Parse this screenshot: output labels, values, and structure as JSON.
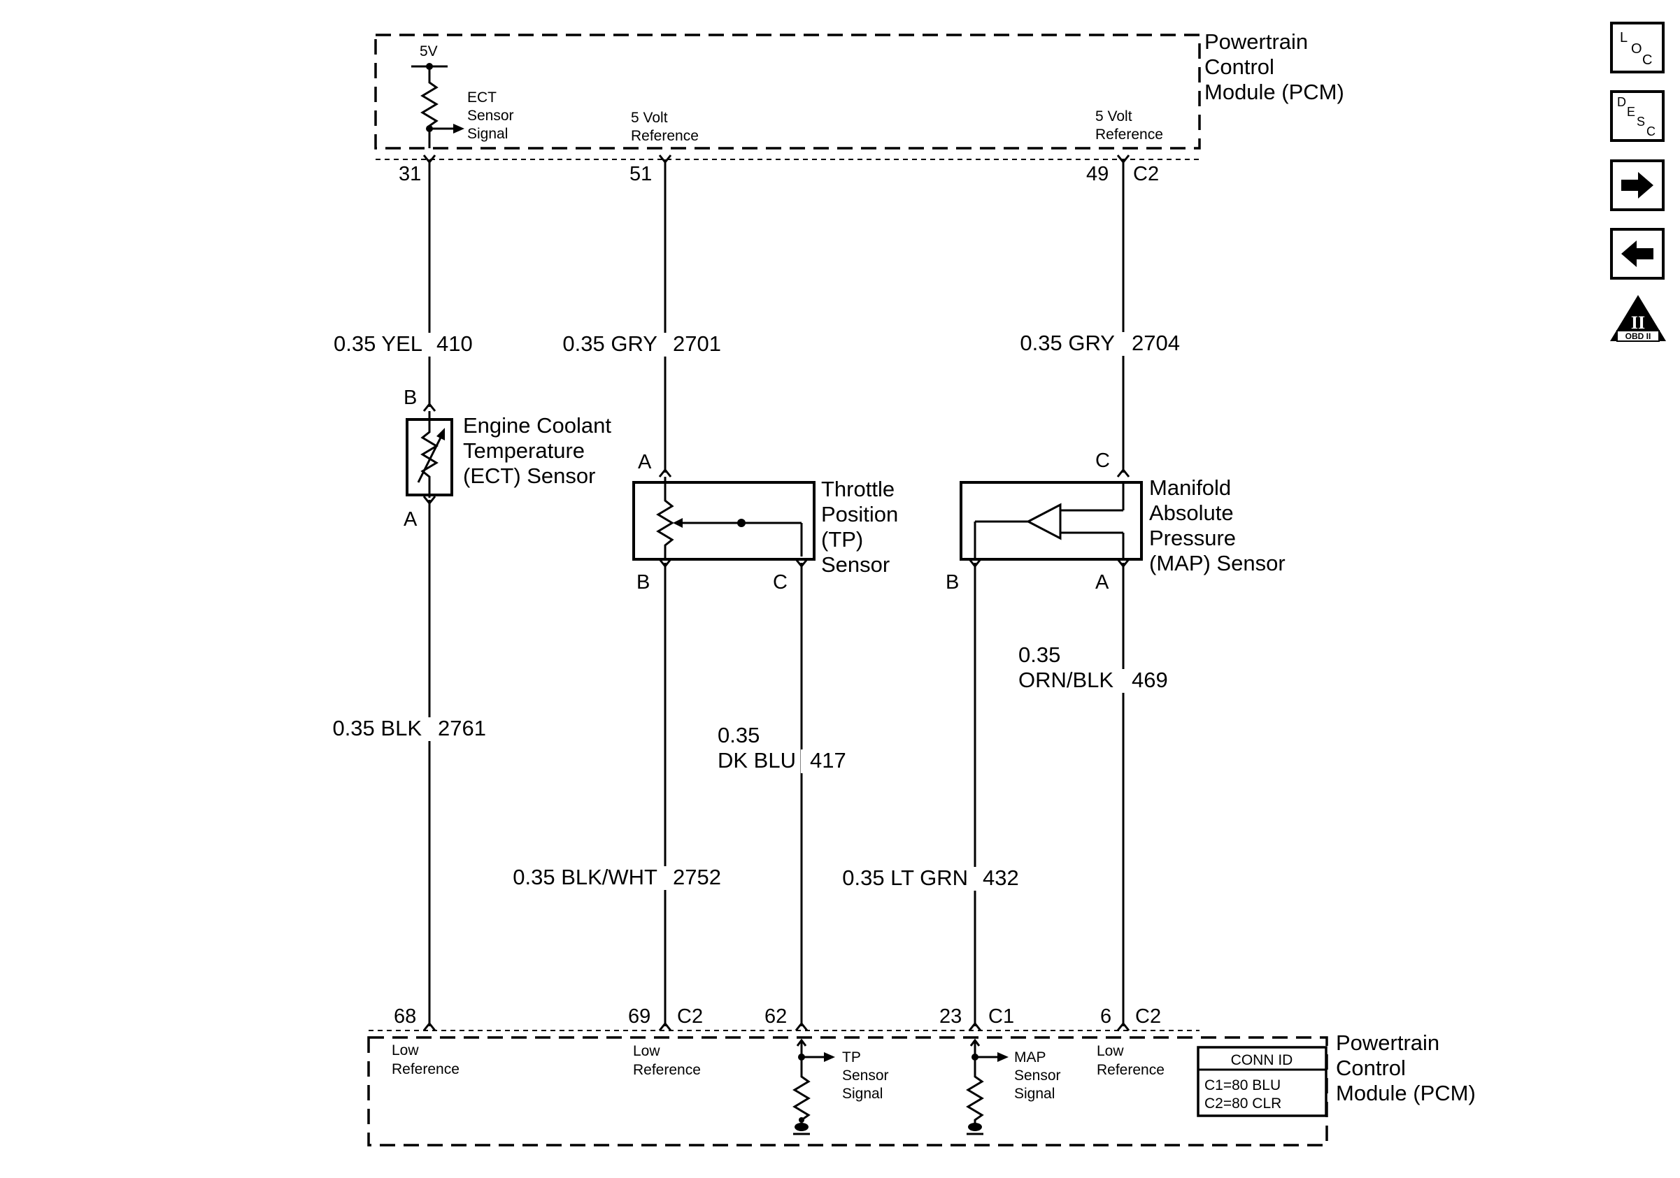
{
  "pcm_top": {
    "title": [
      "Powertrain",
      "Control",
      "Module (PCM)"
    ],
    "supply": "5V",
    "ect_signal": [
      "ECT",
      "Sensor",
      "Signal"
    ],
    "ref_tp": [
      "5 Volt",
      "Reference"
    ],
    "ref_map": [
      "5 Volt",
      "Reference"
    ],
    "pins": {
      "ect": "31",
      "tp": "51",
      "map": "49"
    },
    "connector": "C2"
  },
  "wires": {
    "ect_signal": {
      "gauge": "0.35 YEL",
      "circuit": "410"
    },
    "tp_ref": {
      "gauge": "0.35 GRY",
      "circuit": "2701"
    },
    "map_ref": {
      "gauge": "0.35 GRY",
      "circuit": "2704"
    },
    "ect_low": {
      "gauge": "0.35 BLK",
      "circuit": "2761"
    },
    "tp_signal": {
      "gauge_line1": "0.35",
      "gauge_line2": "DK BLU",
      "circuit": "417"
    },
    "map_signal_orn": {
      "gauge_line1": "0.35",
      "gauge_line2": "ORN/BLK",
      "circuit": "469"
    },
    "tp_low": {
      "gauge": "0.35 BLK/WHT",
      "circuit": "2752"
    },
    "map_signal": {
      "gauge": "0.35 LT GRN",
      "circuit": "432"
    }
  },
  "ect_sensor": {
    "name": [
      "Engine Coolant",
      "Temperature",
      "(ECT) Sensor"
    ],
    "pin_top": "B",
    "pin_bottom": "A"
  },
  "tp_sensor": {
    "name": [
      "Throttle",
      "Position",
      "(TP)",
      "Sensor"
    ],
    "pin_a": "A",
    "pin_b": "B",
    "pin_c": "C"
  },
  "map_sensor": {
    "name": [
      "Manifold",
      "Absolute",
      "Pressure",
      "(MAP) Sensor"
    ],
    "pin_c": "C",
    "pin_b": "B",
    "pin_a": "A"
  },
  "pcm_bottom": {
    "title": [
      "Powertrain",
      "Control",
      "Module (PCM)"
    ],
    "low_ref_1": [
      "Low",
      "Reference"
    ],
    "low_ref_2": [
      "Low",
      "Reference"
    ],
    "low_ref_3": [
      "Low",
      "Reference"
    ],
    "tp_signal": [
      "TP",
      "Sensor",
      "Signal"
    ],
    "map_signal": [
      "MAP",
      "Sensor",
      "Signal"
    ],
    "pins": {
      "ect": "68",
      "tp_low": "69",
      "tp_sig": "62",
      "map_sig": "23",
      "map_low": "6"
    },
    "connectors": {
      "tp_low": "C2",
      "map_sig": "C1",
      "map_low": "C2"
    },
    "conn_id": {
      "title": "CONN ID",
      "c1": "C1=80 BLU",
      "c2": "C2=80 CLR"
    }
  },
  "nav": {
    "loc": {
      "l": "L",
      "o": "O",
      "c": "C"
    },
    "desc": {
      "d": "D",
      "e": "E",
      "s": "S",
      "c": "C"
    },
    "obd": {
      "numeral": "II",
      "label": "OBD II"
    },
    "icons": [
      "location-icon",
      "description-icon",
      "next-arrow-icon",
      "back-arrow-icon",
      "obd-ii-icon"
    ]
  }
}
